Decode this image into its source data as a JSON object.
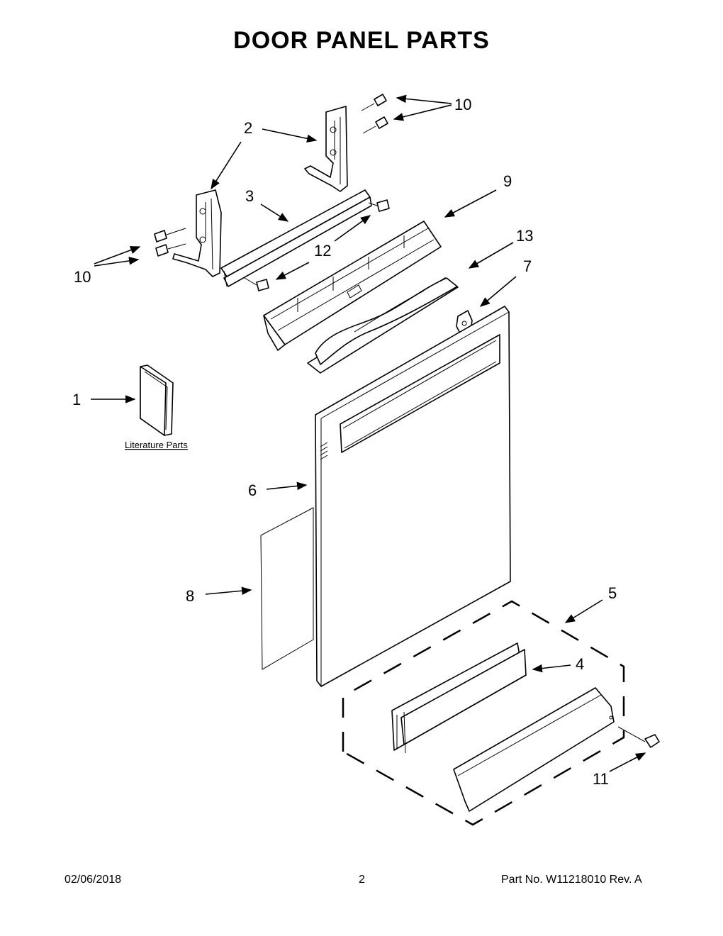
{
  "title": "DOOR PANEL PARTS",
  "literature_label": "Literature Parts",
  "callouts": {
    "c1": "1",
    "c2": "2",
    "c3": "3",
    "c4": "4",
    "c5": "5",
    "c6": "6",
    "c7": "7",
    "c8": "8",
    "c9": "9",
    "c10a": "10",
    "c10b": "10",
    "c11": "11",
    "c12": "12",
    "c13": "13"
  },
  "footer": {
    "date": "02/06/2018",
    "page": "2",
    "part_no": "Part No.  W11218010  Rev.  A"
  }
}
